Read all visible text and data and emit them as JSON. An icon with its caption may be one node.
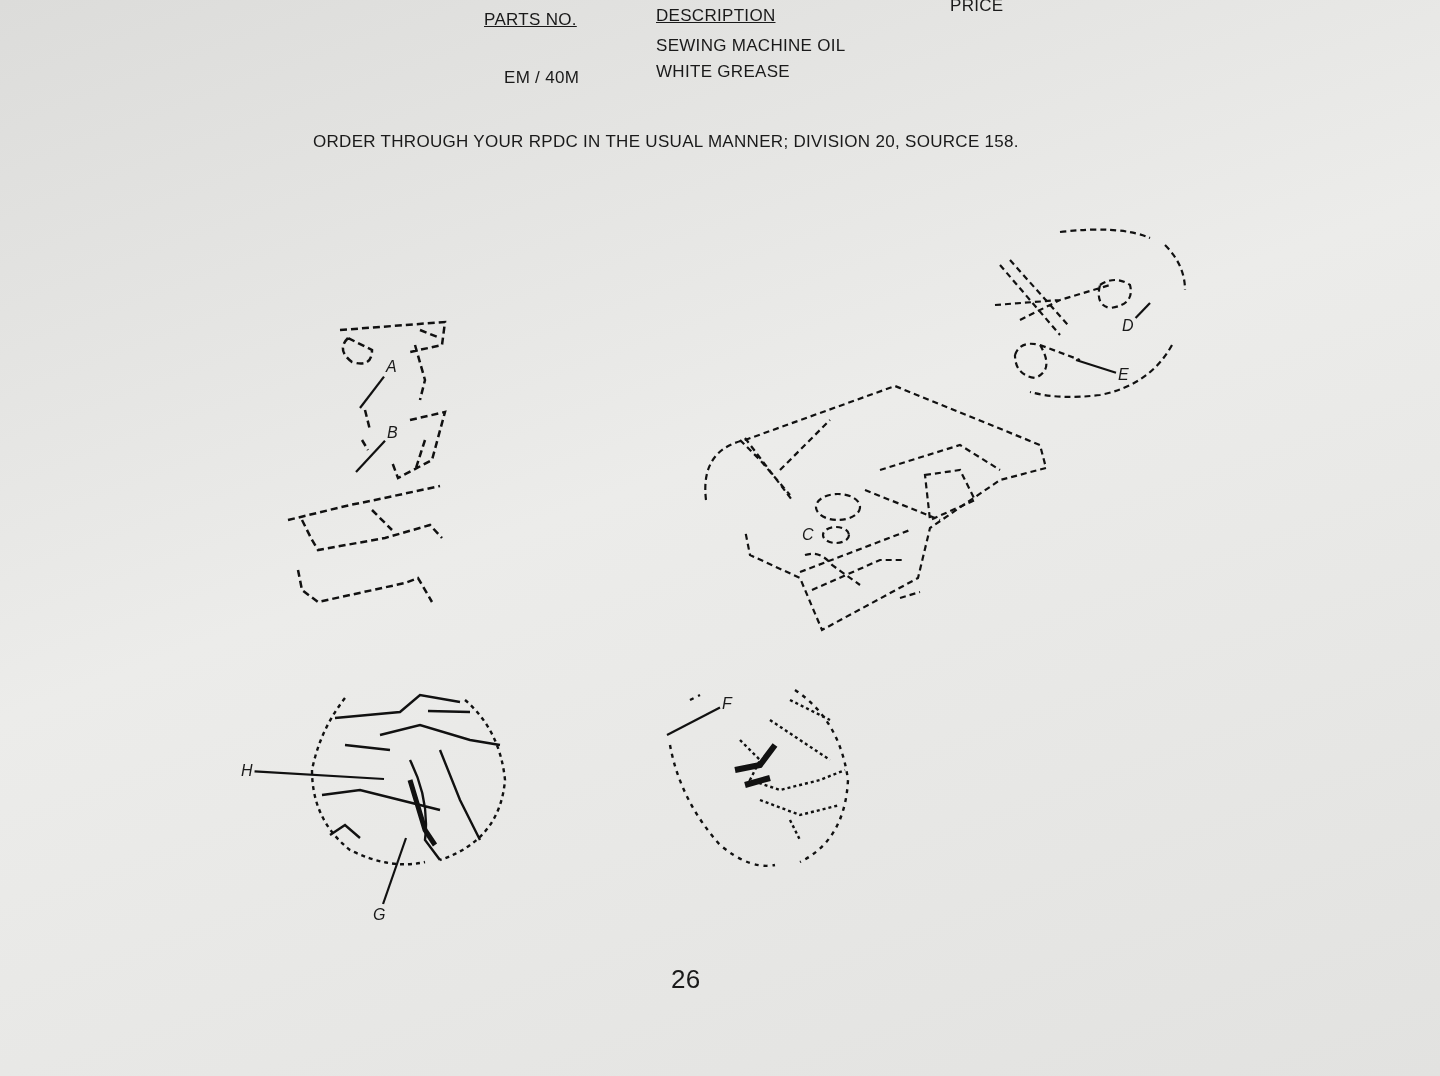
{
  "diagram": {
    "nodes": [
      {
        "text": [
          "A"
        ]
      },
      {
        "text": [
          "B"
        ]
      },
      {
        "text": [
          "D"
        ]
      },
      {
        "text": [
          "E"
        ]
      },
      {
        "text": [
          "F"
        ]
      },
      {
        "text": [
          "H"
        ]
      },
      {
        "text": [
          "G"
        ]
      }
    ],
    "edges": [
      {
        "from": 0,
        "to": null,
        "arrow": "none"
      },
      {
        "from": 1,
        "to": null,
        "arrow": "none"
      },
      {
        "from": 2,
        "to": null,
        "arrow": "none"
      },
      {
        "from": 3,
        "to": null,
        "arrow": "none"
      },
      {
        "from": 4,
        "to": null,
        "arrow": "none"
      },
      {
        "from": 5,
        "to": null,
        "arrow": "none"
      },
      {
        "from": 6,
        "to": null,
        "arrow": "none"
      }
    ],
    "labels": [
      "PRICE",
      "PARTS NO.",
      "DESCRIPTION",
      "SEWING MACHINE OIL",
      "EM / 40M",
      "WHITE GREASE",
      "ORDER THROUGH YOUR RPDC IN THE USUAL MANNER; DIVISION 20, SOURCE 158.",
      "C",
      "26"
    ]
  }
}
